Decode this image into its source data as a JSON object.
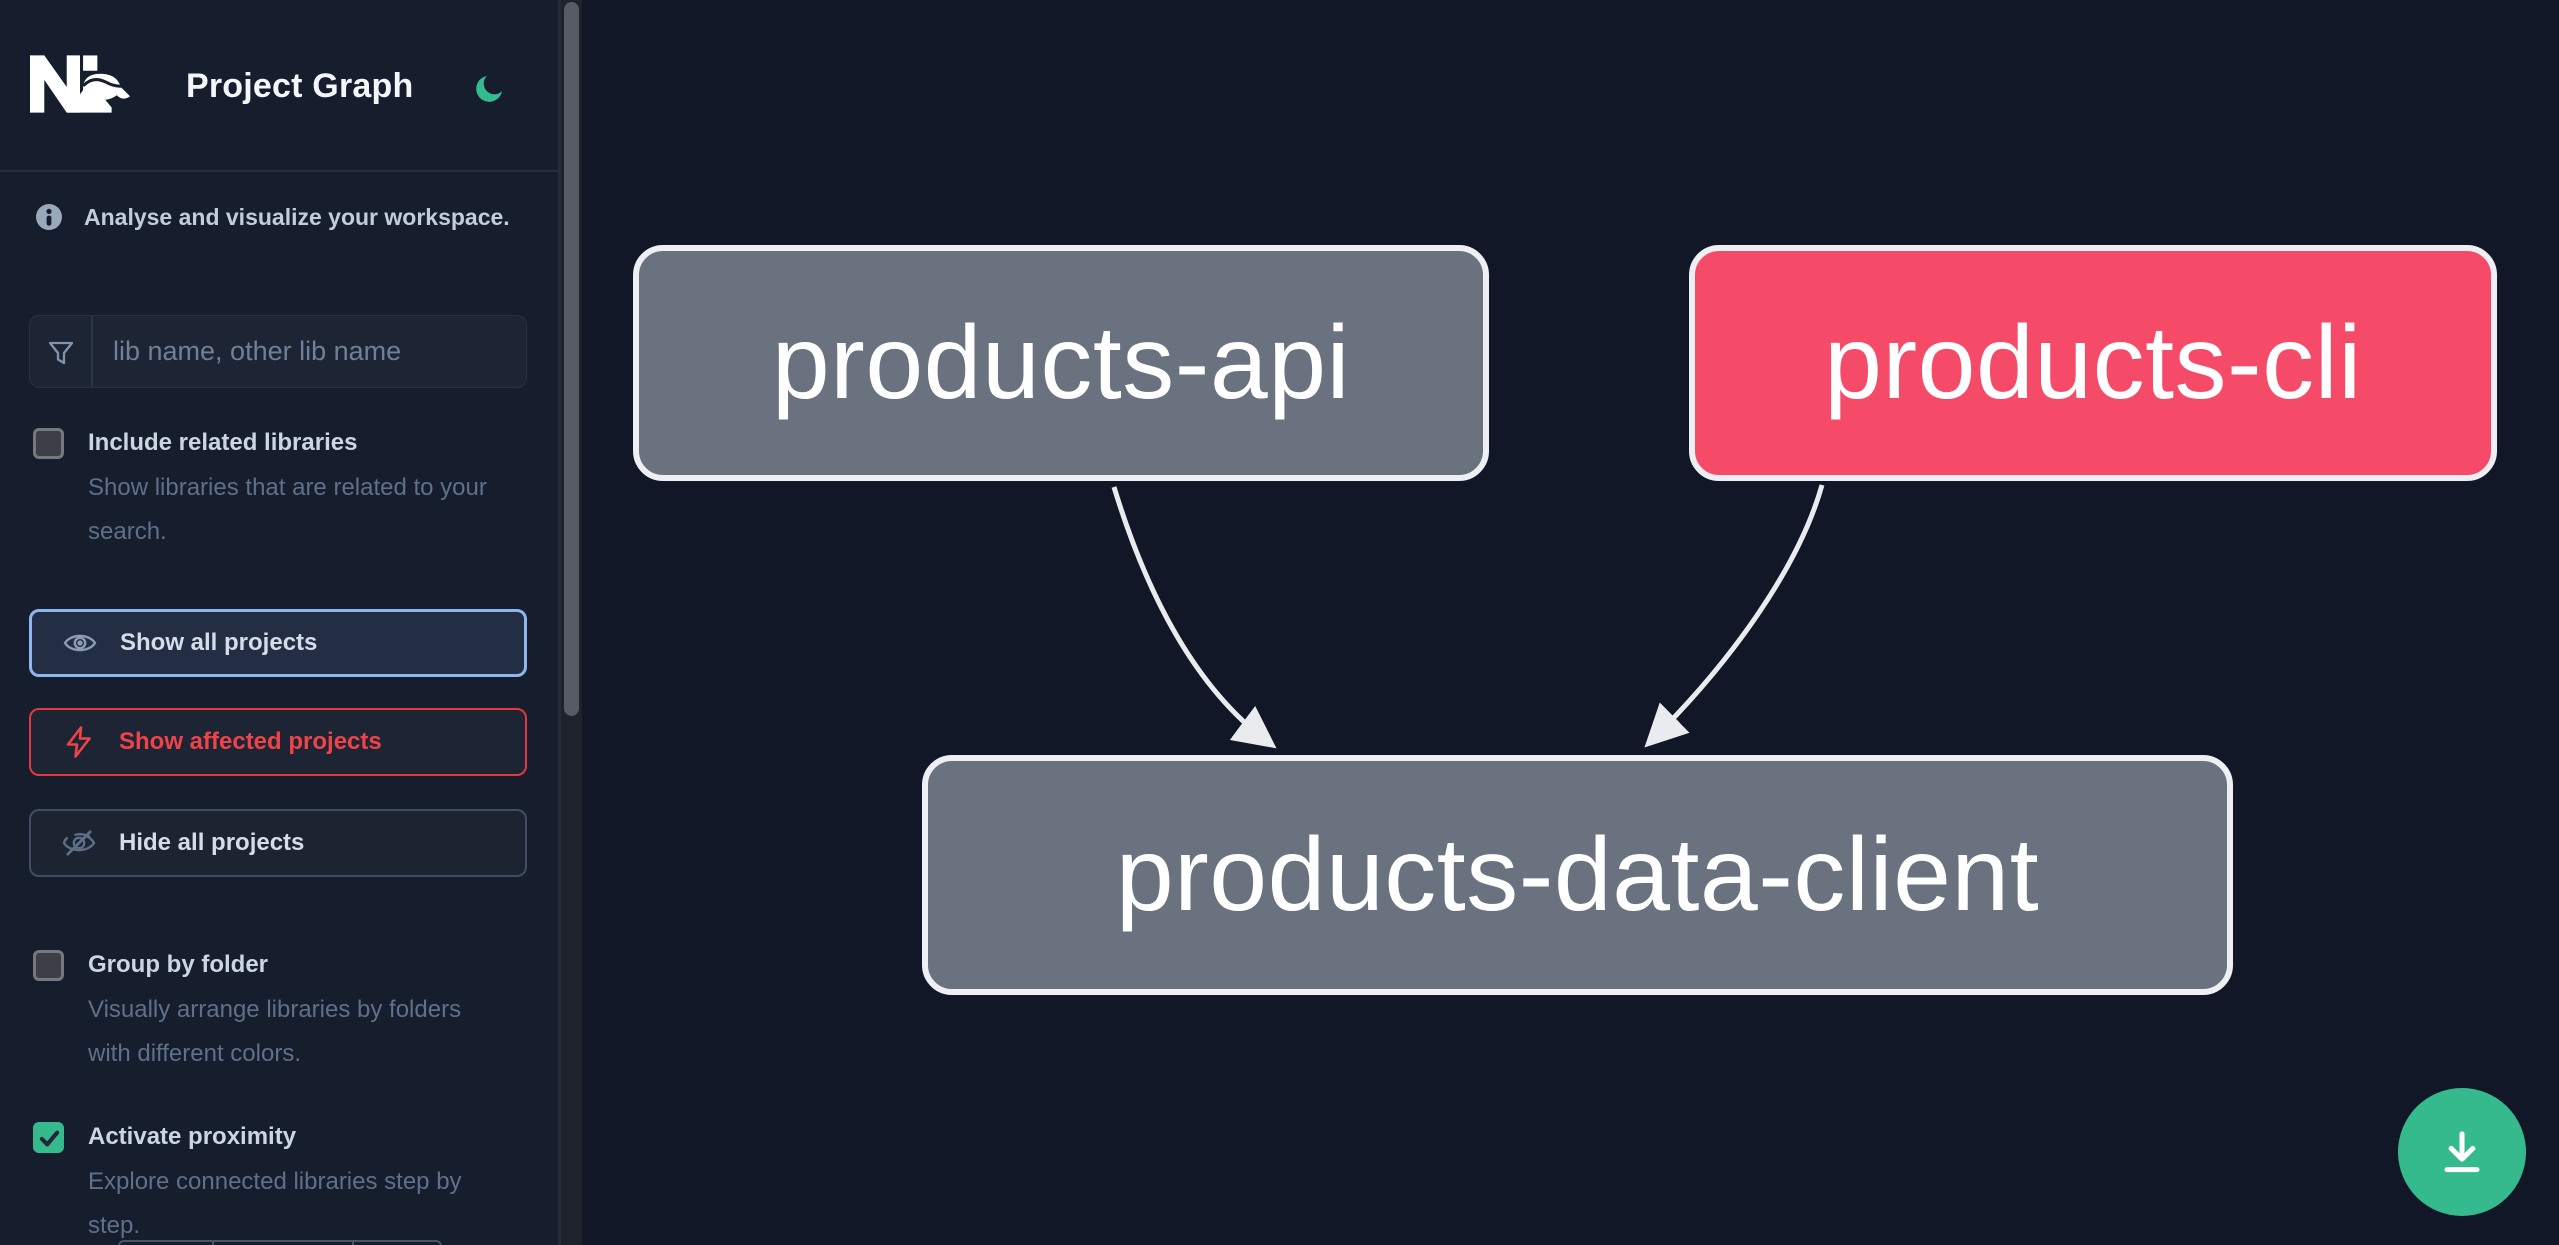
{
  "app": {
    "title": "Project Graph",
    "logo": "Nx",
    "theme_toggle_icon": "moon-icon"
  },
  "sidebar": {
    "tagline": "Analyse and visualize your workspace.",
    "search": {
      "placeholder": "lib name, other lib name",
      "icon": "filter-funnel-icon"
    },
    "toggles": [
      {
        "label": "Include related libraries",
        "description": "Show libraries that are related to your search.",
        "checked": false
      },
      {
        "label": "Group by folder",
        "description": "Visually arrange libraries by folders with different colors.",
        "checked": false
      },
      {
        "label": "Activate proximity",
        "description": "Explore connected libraries step by step.",
        "checked": true
      }
    ],
    "buttons": [
      {
        "label": "Show all projects",
        "icon": "eye-icon",
        "state": "selected"
      },
      {
        "label": "Show affected projects",
        "icon": "bolt-icon",
        "state": "affected"
      },
      {
        "label": "Hide all projects",
        "icon": "eye-off-icon",
        "state": "default"
      }
    ]
  },
  "graph": {
    "nodes": [
      {
        "label": "products-api",
        "type": "default"
      },
      {
        "label": "products-cli",
        "type": "affected"
      },
      {
        "label": "products-data-client",
        "type": "default"
      }
    ],
    "edges": [
      {
        "from": "products-api",
        "to": "products-data-client"
      },
      {
        "from": "products-cli",
        "to": "products-data-client"
      }
    ],
    "fab_icon": "download-icon"
  },
  "colors": {
    "accent_green": "#35ba8e",
    "affected_node_pink": "#f54b69",
    "affected_red": "#ee4348",
    "selected_border_blue": "#8fb6ef",
    "node_gray": "#6a7280",
    "edge_gray": "#e9ebee",
    "sidebar_bg": "#161d2c",
    "canvas_bg": "#111726"
  }
}
